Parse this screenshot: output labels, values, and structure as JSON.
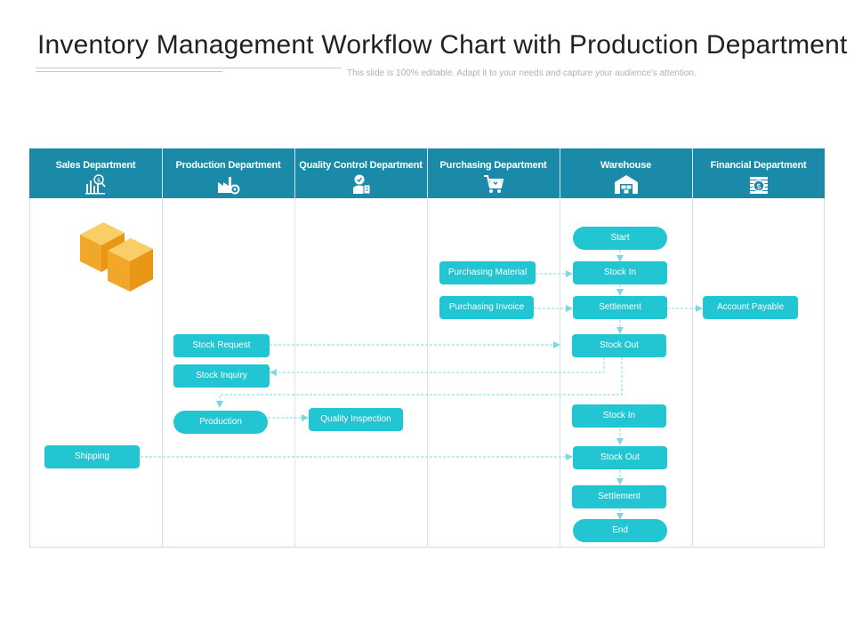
{
  "title": "Inventory Management Workflow Chart with Production Department",
  "subtitle": "This slide is 100% editable. Adapt it to your needs and capture your audience's attention.",
  "colors": {
    "header": "#1a8aa8",
    "node": "#22c6d3",
    "connector": "#7fd8e0",
    "box": "#f5b52e"
  },
  "columns": [
    {
      "label": "Sales Department",
      "icon": "sales-chart-icon"
    },
    {
      "label": "Production Department",
      "icon": "factory-gear-icon"
    },
    {
      "label": "Quality Control Department",
      "icon": "quality-badge-icon"
    },
    {
      "label": "Purchasing Department",
      "icon": "shopping-cart-icon"
    },
    {
      "label": "Warehouse",
      "icon": "warehouse-icon"
    },
    {
      "label": "Financial Department",
      "icon": "money-stack-icon"
    }
  ],
  "nodes": {
    "start": "Start",
    "stock_in_1": "Stock In",
    "settlement_1": "Settlement",
    "stock_out_1": "Stock Out",
    "stock_in_2": "Stock In",
    "stock_out_2": "Stock Out",
    "settlement_2": "Settlement",
    "end": "End",
    "purchasing_material": "Purchasing Material",
    "purchasing_invoice": "Purchasing Invoice",
    "account_payable": "Account Payable",
    "stock_request": "Stock Request",
    "stock_inquiry": "Stock Inquiry",
    "production": "Production",
    "quality_inspection": "Quality Inspection",
    "shipping": "Shipping"
  }
}
